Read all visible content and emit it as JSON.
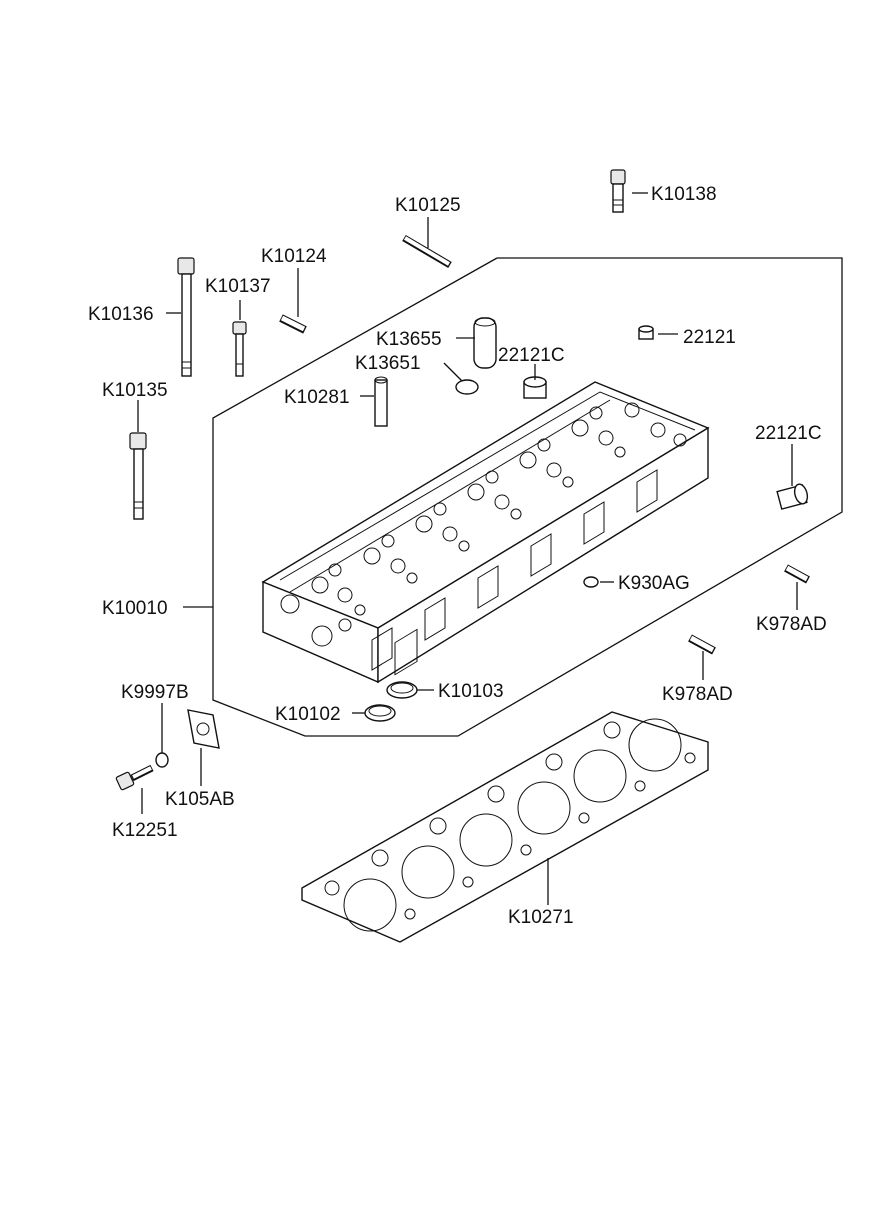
{
  "parts": {
    "k10138": "K10138",
    "k10125": "K10125",
    "k10124": "K10124",
    "k10137": "K10137",
    "k10136": "K10136",
    "k13655": "K13655",
    "k13651": "K13651",
    "p22121c_a": "22121C",
    "p22121": "22121",
    "k10281": "K10281",
    "k10135": "K10135",
    "p22121c_b": "22121C",
    "k930ag": "K930AG",
    "k978ad_a": "K978AD",
    "k10010": "K10010",
    "k9997b": "K9997B",
    "k10103": "K10103",
    "k10102": "K10102",
    "k978ad_b": "K978AD",
    "k105ab": "K105AB",
    "k12251": "K12251",
    "k10271": "K10271"
  }
}
